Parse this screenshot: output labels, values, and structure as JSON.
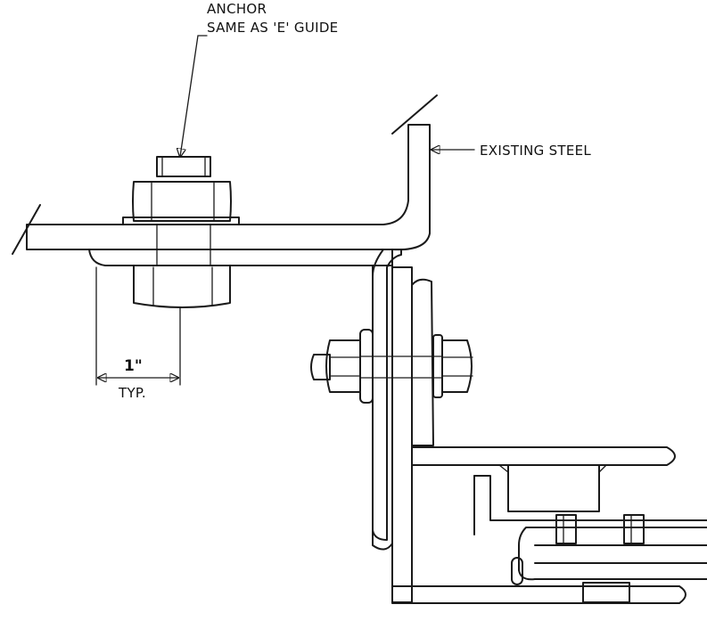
{
  "labels": {
    "anchor_line1": "ANCHOR",
    "anchor_line2": "SAME AS 'E' GUIDE",
    "existing_steel": "EXISTING STEEL",
    "dimension_value": "1\"",
    "dimension_note": "TYP."
  },
  "colors": {
    "ink": "#1a1a1a",
    "paper": "#ffffff"
  }
}
